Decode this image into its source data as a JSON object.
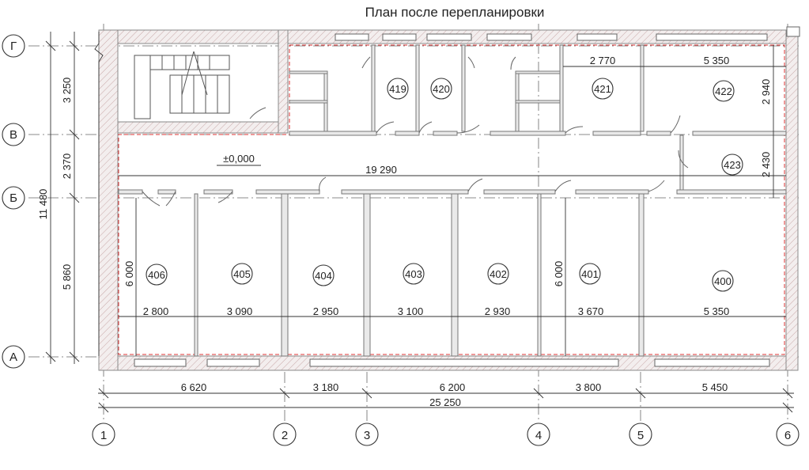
{
  "title": "План после перепланировки",
  "level_mark": "±0,000",
  "axes": {
    "rows": [
      "Г",
      "В",
      "Б",
      "А"
    ],
    "cols": [
      "1",
      "2",
      "3",
      "4",
      "5",
      "6"
    ]
  },
  "rooms": [
    "406",
    "405",
    "404",
    "403",
    "402",
    "401",
    "400",
    "419",
    "420",
    "421",
    "422",
    "423"
  ],
  "dimensions": {
    "left_vertical": [
      "3 250",
      "2 370",
      "5 860"
    ],
    "left_total": "11 480",
    "bottom_chain": [
      "6 620",
      "3 180",
      "6 200",
      "3 800",
      "5 450"
    ],
    "bottom_total": "25 250",
    "corridor_length": "19 290",
    "room_widths": [
      "2 800",
      "3 090",
      "2 950",
      "3 100",
      "2 930",
      "3 670",
      "5 350"
    ],
    "room_depths": [
      "6 000",
      "6 000"
    ],
    "top_widths": [
      "2 770",
      "5 350"
    ],
    "right_heights": [
      "2 940",
      "2 430"
    ]
  }
}
